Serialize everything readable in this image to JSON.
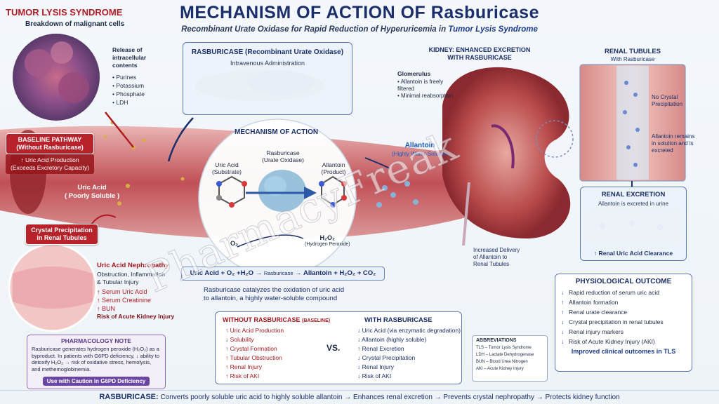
{
  "title": "MECHANISM OF ACTION OF Rasburicase",
  "subtitle_main": "Recombinant Urate Oxidase for Rapid Reduction of Hyperuricemia in",
  "subtitle_em": "Tumor Lysis Syndrome",
  "tls": {
    "title": "TUMOR LYSIS SYNDROME",
    "subtitle": "Breakdown of malignant cells",
    "release_heading_1": "Release of",
    "release_heading_2": "intracellular",
    "release_heading_3": "contents",
    "release_items": [
      "Purines",
      "Potassium",
      "Phosphate",
      "LDH"
    ]
  },
  "baseline": {
    "title_1": "BASELINE PATHWAY",
    "title_2": "(Without Rasburicase)",
    "desc_1": "↑ Uric Acid Production",
    "desc_2": "(Exceeds Excretory Capacity)",
    "uric_1": "Uric Acid",
    "uric_2": "( Poorly Soluble )",
    "crystal_1": "Crystal Precipitation",
    "crystal_2": "in Renal Tubules"
  },
  "nephropathy": {
    "title": "Uric Acid Nephropathy",
    "desc_1": "Obstruction, Inflammation",
    "desc_2": "& Tubular Injury",
    "items": [
      "Serum Uric Acid",
      "Serum Creatinine",
      "BUN"
    ],
    "aki": "Risk of Acute Kidney Injury"
  },
  "pharm_note": {
    "title": "PHARMACOLOGY NOTE",
    "text": "Rasburicase generates hydrogen peroxide (H₂O₂) as a byproduct. In patients with G6PD deficiency, ↓ ability to detoxify H₂O₂ → risk of oxidative stress, hemolysis, and methemoglobinemia.",
    "button": "Use with Caution in G6PD Deficiency"
  },
  "ras_box": {
    "title": "RASBURICASE (Recombinant Urate Oxidase)",
    "subtitle": "Intravenous Administration"
  },
  "moa": {
    "title": "MECHANISM OF ACTION",
    "uric_1": "Uric Acid",
    "uric_2": "(Substrate)",
    "ras_1": "Rasburicase",
    "ras_2": "(Urate Oxidase)",
    "allan_1": "Allantoin",
    "allan_2": "(Product)",
    "o2": "O₂",
    "h2o2": "H₂O₂",
    "h2o2_sub": "(Hydrogen Peroxide)"
  },
  "equation": {
    "left": "Uric Acid + O₂ +H₂O",
    "enzyme": "Rasburicase",
    "right": "Allantoin + H₂O₂ + CO₂",
    "desc_1": "Rasburicase catalyzes the oxidation of uric acid",
    "desc_2": "to allantoin, a highly water-soluble compound"
  },
  "allantoin_label": {
    "title": "Allantoin",
    "sub": "(Highly Water-Soluble)"
  },
  "kidney": {
    "title_1": "KIDNEY: ENHANCED EXCRETION",
    "title_2": "WITH RASBURICASE",
    "glom_title": "Glomerulus",
    "glom_items": [
      "Allantoin is freely filtered",
      "Minimal reabsorption"
    ],
    "delivery_1": "Increased Delivery",
    "delivery_2": "of Allantoin to",
    "delivery_3": "Renal Tubules"
  },
  "tubules": {
    "title": "RENAL TUBULES",
    "sub": "With Rasburicase",
    "no_crystal_1": "No Crystal",
    "no_crystal_2": "Precipitation",
    "remains_1": "Allantoin remains",
    "remains_2": "in solution and is",
    "remains_3": "excreted"
  },
  "excretion": {
    "title": "RENAL EXCRETION",
    "sub": "Allantoin is excreted in urine",
    "foot": "↑ Renal Uric Acid Clearance"
  },
  "phys": {
    "title": "PHYSIOLOGICAL OUTCOME",
    "items": [
      {
        "arrow": "↓",
        "text": "Rapid reduction of serum uric acid"
      },
      {
        "arrow": "↑",
        "text": "Allantoin formation"
      },
      {
        "arrow": "↑",
        "text": "Renal urate clearance"
      },
      {
        "arrow": "↓",
        "text": "Crystal precipitation in renal tubules"
      },
      {
        "arrow": "↓",
        "text": "Renal injury markers"
      },
      {
        "arrow": "↓",
        "text": "Risk of Acute Kidney Injury (AKI)"
      }
    ],
    "foot": "Improved clinical outcomes in TLS"
  },
  "compare": {
    "left_title": "WITHOUT RASBURICASE",
    "left_tag": "(BASELINE)",
    "left_items": [
      "Uric Acid Production",
      "Solubility",
      "Crystal Formation",
      "Tubular Obstruction",
      "Renal Injury",
      "Risk of AKI"
    ],
    "left_arrows": [
      "↑",
      "↓",
      "↑",
      "↑",
      "↑",
      "↑"
    ],
    "vs": "VS.",
    "right_title": "WITH RASBURICASE",
    "right_items": [
      "Uric Acid (via enzymatic degradation)",
      "Allantoin (highly soluble)",
      "Renal Excretion",
      "Crystal Precipitation",
      "Renal Injury",
      "Risk of AKI"
    ],
    "right_arrows": [
      "↓",
      "↓",
      "↑",
      "↓",
      "↓",
      "↓"
    ]
  },
  "abbr": {
    "title": "ABBREVIATIONS",
    "items": [
      "TLS – Tumor Lysis Syndrome",
      "LDH – Lactate Dehydrogenase",
      "BUN – Blood Urea Nitrogen",
      "AKI – Acute Kidney Injury"
    ]
  },
  "bottom": {
    "lead": "RASBURICASE:",
    "text": "Converts poorly soluble uric acid to highly soluble allantoin → Enhances renal excretion → Prevents crystal nephropathy → Protects kidney function"
  },
  "watermark": "PharmacyFreak"
}
